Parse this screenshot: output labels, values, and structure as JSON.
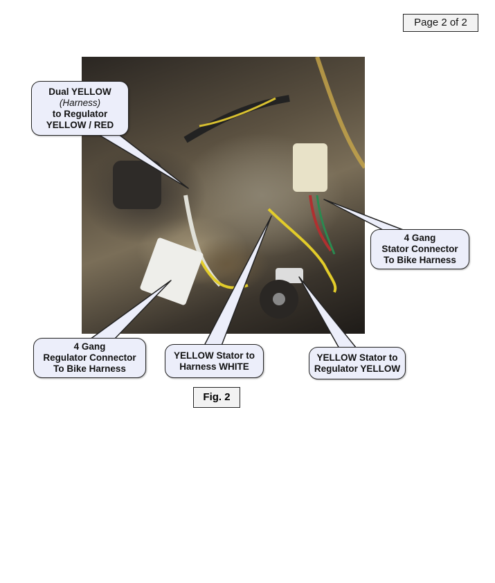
{
  "page_label": "Page 2 of  2",
  "figure_caption": "Fig. 2",
  "callouts": {
    "dual_yellow": {
      "line1": "Dual YELLOW",
      "line2": "(Harness)",
      "line3": "to Regulator",
      "line4": "YELLOW / RED"
    },
    "stator_connector": {
      "line1": "4 Gang",
      "line2": "Stator Connector",
      "line3": "To Bike Harness"
    },
    "regulator_connector": {
      "line1": "4 Gang",
      "line2": "Regulator Connector",
      "line3": "To Bike Harness"
    },
    "stator_to_white": {
      "line1": "YELLOW Stator to",
      "line2": "Harness WHITE"
    },
    "stator_to_yellow": {
      "line1": "YELLOW Stator to",
      "line2": "Regulator YELLOW"
    }
  }
}
